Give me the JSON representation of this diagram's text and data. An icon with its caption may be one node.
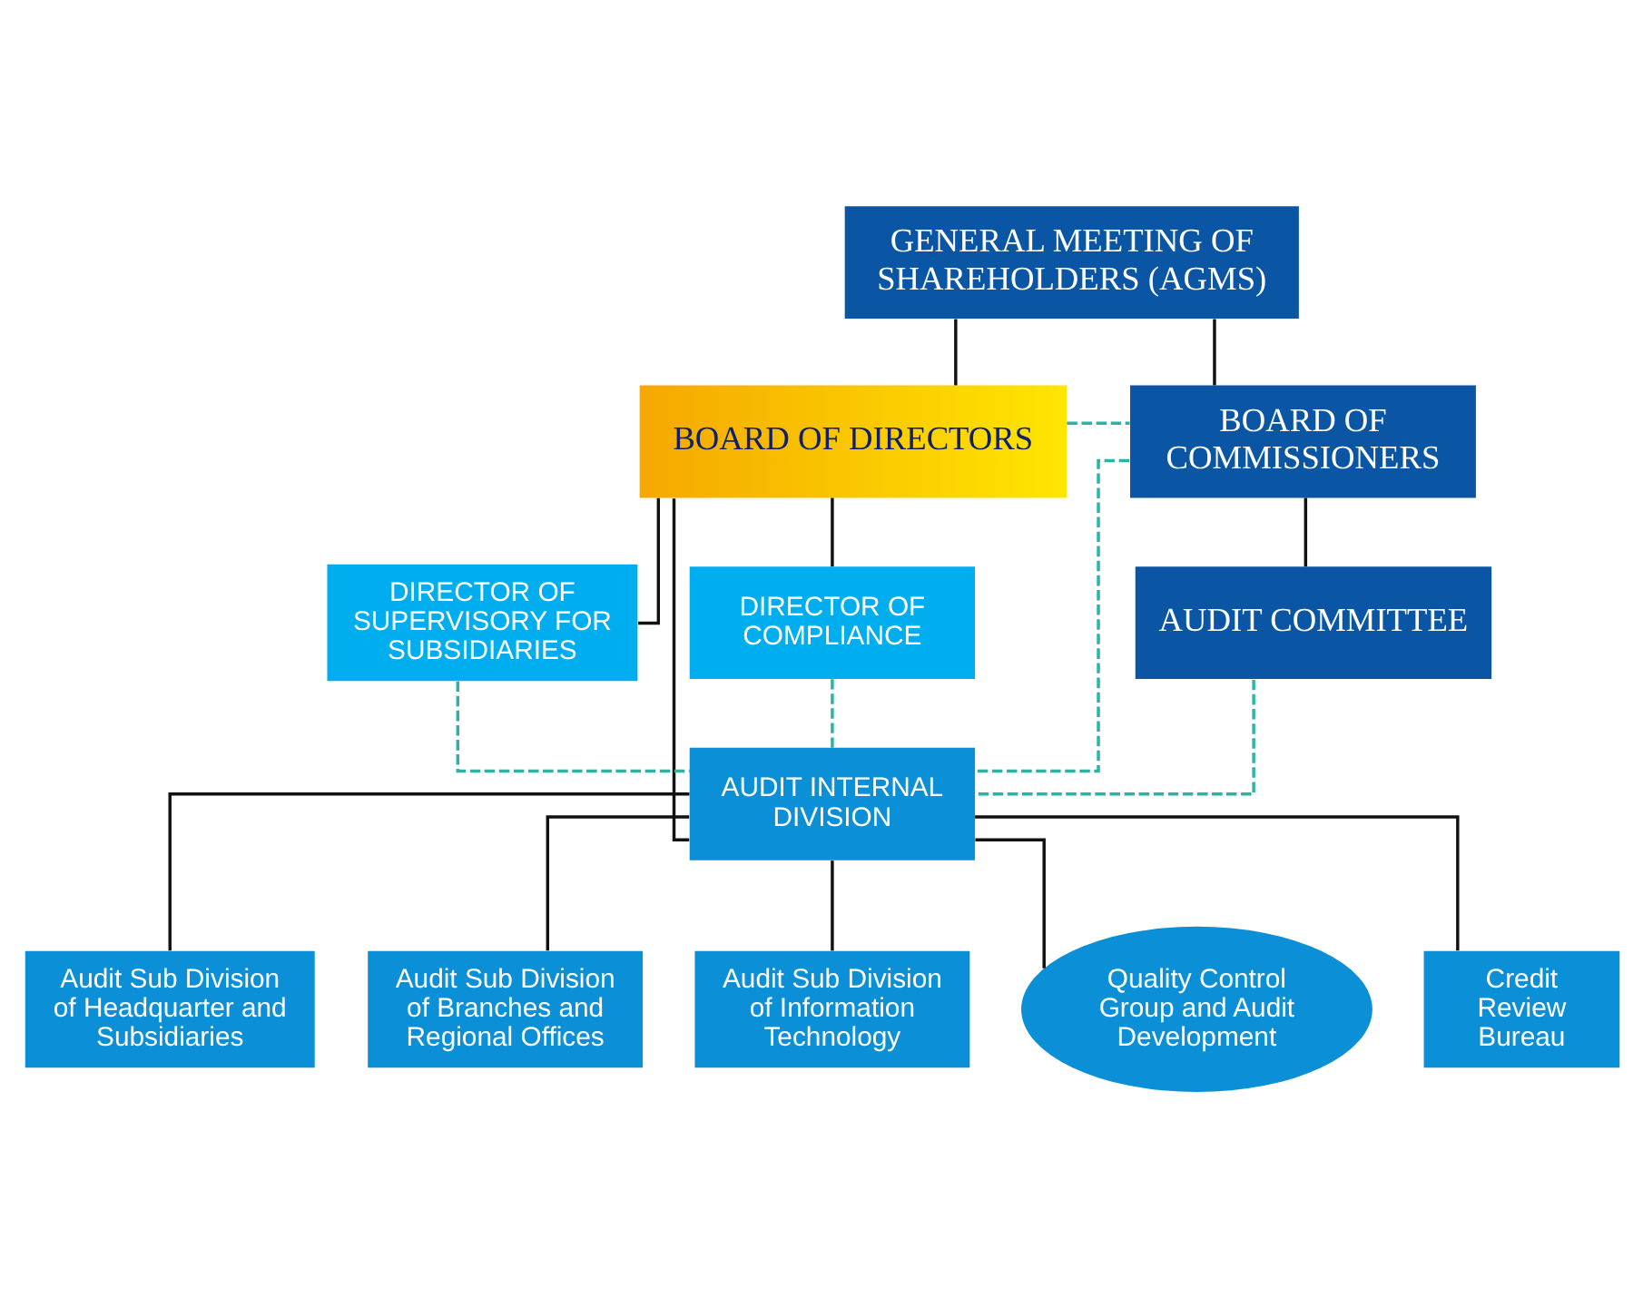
{
  "diagram": {
    "nodes": [
      {
        "text": [
          "GENERAL MEETING OF SHAREHOLDERS (AGMS)"
        ]
      },
      {
        "text": [
          "BOARD OF DIRECTORS"
        ]
      },
      {
        "text": [
          "BOARD OF COMMISSIONERS"
        ]
      },
      {
        "text": [
          "AUDIT COMMITTEE"
        ]
      },
      {
        "text": [
          "DIRECTOR OF SUPERVISORY FOR SUBSIDIARIES"
        ]
      },
      {
        "text": [
          "DIRECTOR OF COMPLIANCE"
        ]
      },
      {
        "text": [
          "AUDIT INTERNAL DIVISION"
        ]
      },
      {
        "text": [
          "Audit Sub Division of Headquarter and Subsidiaries"
        ]
      },
      {
        "text": [
          "Audit Sub Division of Branches and Regional Offices"
        ]
      },
      {
        "text": [
          "Audit Sub Division of Information Technology"
        ]
      },
      {
        "text": [
          "Quality Control Group and Audit Development"
        ]
      },
      {
        "text": [
          "Credit Review Bureau"
        ]
      }
    ],
    "edges": [
      {
        "from": 0,
        "to": 1,
        "arrow": "none"
      },
      {
        "from": 0,
        "to": 2,
        "arrow": "none"
      },
      {
        "from": 1,
        "to": 2,
        "arrow": "none",
        "style": "dashed",
        "color": "#2bb3a3"
      },
      {
        "from": 2,
        "to": 3,
        "arrow": "none"
      },
      {
        "from": 1,
        "to": 4,
        "arrow": "none"
      },
      {
        "from": 1,
        "to": 5,
        "arrow": "none"
      },
      {
        "from": 1,
        "to": 6,
        "arrow": "none"
      },
      {
        "from": 3,
        "to": 6,
        "arrow": "none",
        "style": "dashed",
        "color": "#2bb3a3"
      },
      {
        "from": 2,
        "to": 6,
        "arrow": "none",
        "style": "dashed",
        "color": "#2bb3a3"
      },
      {
        "from": 4,
        "to": 6,
        "arrow": "none",
        "style": "dashed",
        "color": "#2bb3a3"
      },
      {
        "from": 5,
        "to": 6,
        "arrow": "none",
        "style": "dashed",
        "color": "#2bb3a3"
      },
      {
        "from": 6,
        "to": 7,
        "arrow": "none"
      },
      {
        "from": 6,
        "to": 8,
        "arrow": "none"
      },
      {
        "from": 6,
        "to": 9,
        "arrow": "none"
      },
      {
        "from": 6,
        "to": 10,
        "arrow": "none"
      },
      {
        "from": 6,
        "to": 11,
        "arrow": "none"
      }
    ]
  }
}
